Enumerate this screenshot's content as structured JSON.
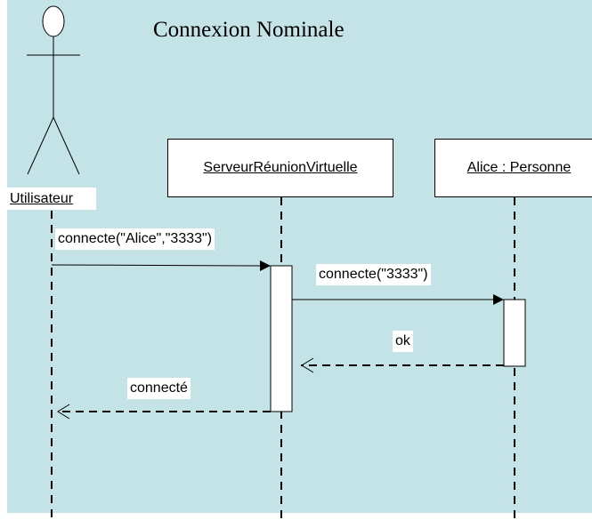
{
  "title": "Connexion Nominale",
  "actor": {
    "name": "Utilisateur"
  },
  "objects": [
    {
      "label": "ServeurRéunionVirtuelle"
    },
    {
      "label": "Alice : Personne"
    }
  ],
  "messages": [
    {
      "label": "connecte(\"Alice\",\"3333\")",
      "kind": "synchronous call",
      "from": "Utilisateur",
      "to": "ServeurRéunionVirtuelle"
    },
    {
      "label": "connecte(\"3333\")",
      "kind": "synchronous call",
      "from": "ServeurRéunionVirtuelle",
      "to": "Alice : Personne"
    },
    {
      "label": "ok",
      "kind": "return",
      "from": "Alice : Personne",
      "to": "ServeurRéunionVirtuelle"
    },
    {
      "label": "connecté",
      "kind": "return",
      "from": "ServeurRéunionVirtuelle",
      "to": "Utilisateur"
    }
  ],
  "colors": {
    "background": "#c4e3e6",
    "box_fill": "#ffffff",
    "line": "#000000"
  }
}
